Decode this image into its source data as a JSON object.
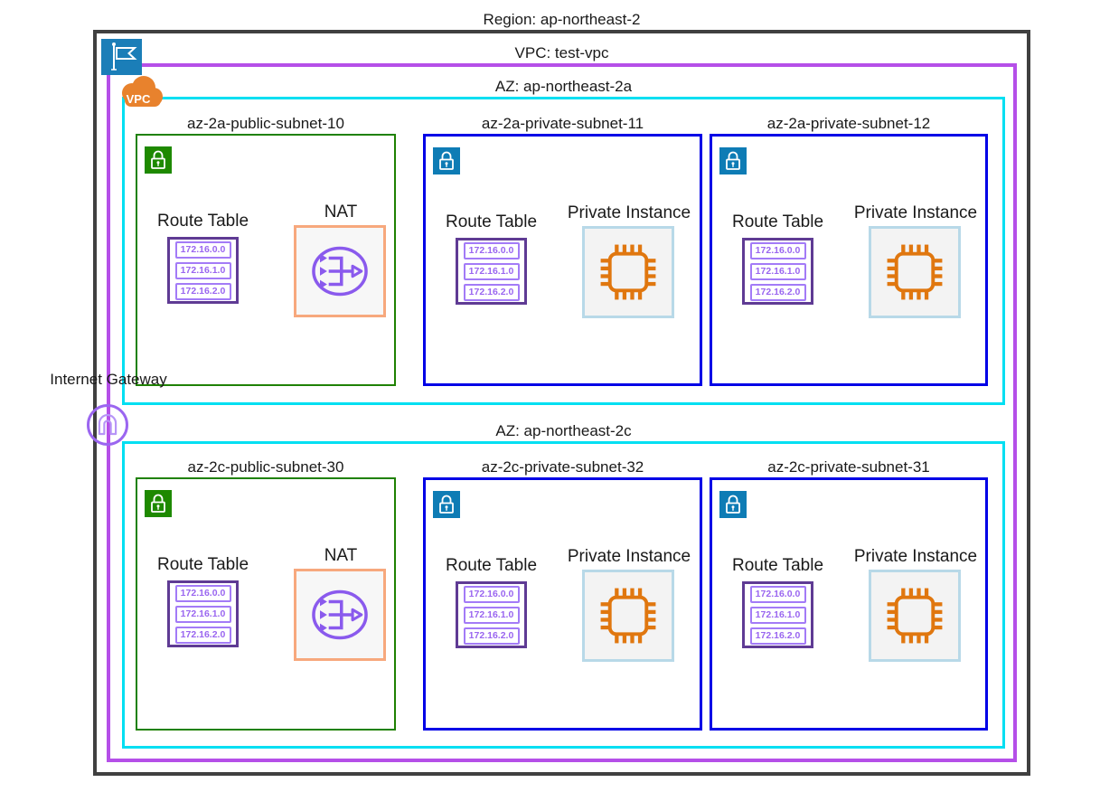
{
  "region": {
    "label": "Region: ap-northeast-2"
  },
  "vpc": {
    "label": "VPC: test-vpc",
    "icon_text": "VPC"
  },
  "internet_gateway": {
    "label": "Internet Gateway"
  },
  "availability_zones": [
    {
      "label": "AZ: ap-northeast-2a",
      "subnets": [
        {
          "title": "az-2a-public-subnet-10",
          "type": "public",
          "resource_label": "NAT"
        },
        {
          "title": "az-2a-private-subnet-11",
          "type": "private",
          "resource_label": "Private Instance"
        },
        {
          "title": "az-2a-private-subnet-12",
          "type": "private",
          "resource_label": "Private Instance"
        }
      ]
    },
    {
      "label": "AZ: ap-northeast-2c",
      "subnets": [
        {
          "title": "az-2c-public-subnet-30",
          "type": "public",
          "resource_label": "NAT"
        },
        {
          "title": "az-2c-private-subnet-32",
          "type": "private",
          "resource_label": "Private Instance"
        },
        {
          "title": "az-2c-private-subnet-31",
          "type": "private",
          "resource_label": "Private Instance"
        }
      ]
    }
  ],
  "route_table": {
    "label": "Route Table",
    "entries": [
      "172.16.0.0",
      "172.16.1.0",
      "172.16.2.0"
    ]
  },
  "colors": {
    "region_border": "#404040",
    "vpc_border": "#b54fe8",
    "az_border": "#00dff2",
    "public_subnet_border": "#1f8102",
    "private_subnet_border": "#0000e6",
    "public_lock": "#1e8900",
    "private_lock": "#0e7cb5",
    "route_table_border": "#5f3b94",
    "route_entry_purple": "#9a66f0",
    "nat_border": "#f7a87d",
    "nat_glyph": "#8a5aed",
    "instance_border": "#b8d9e8",
    "instance_glyph": "#e0770f",
    "vpc_cloud_orange": "#e8822d",
    "region_icon_blue": "#1b7eb8",
    "igw_purple": "#9b66f0"
  }
}
